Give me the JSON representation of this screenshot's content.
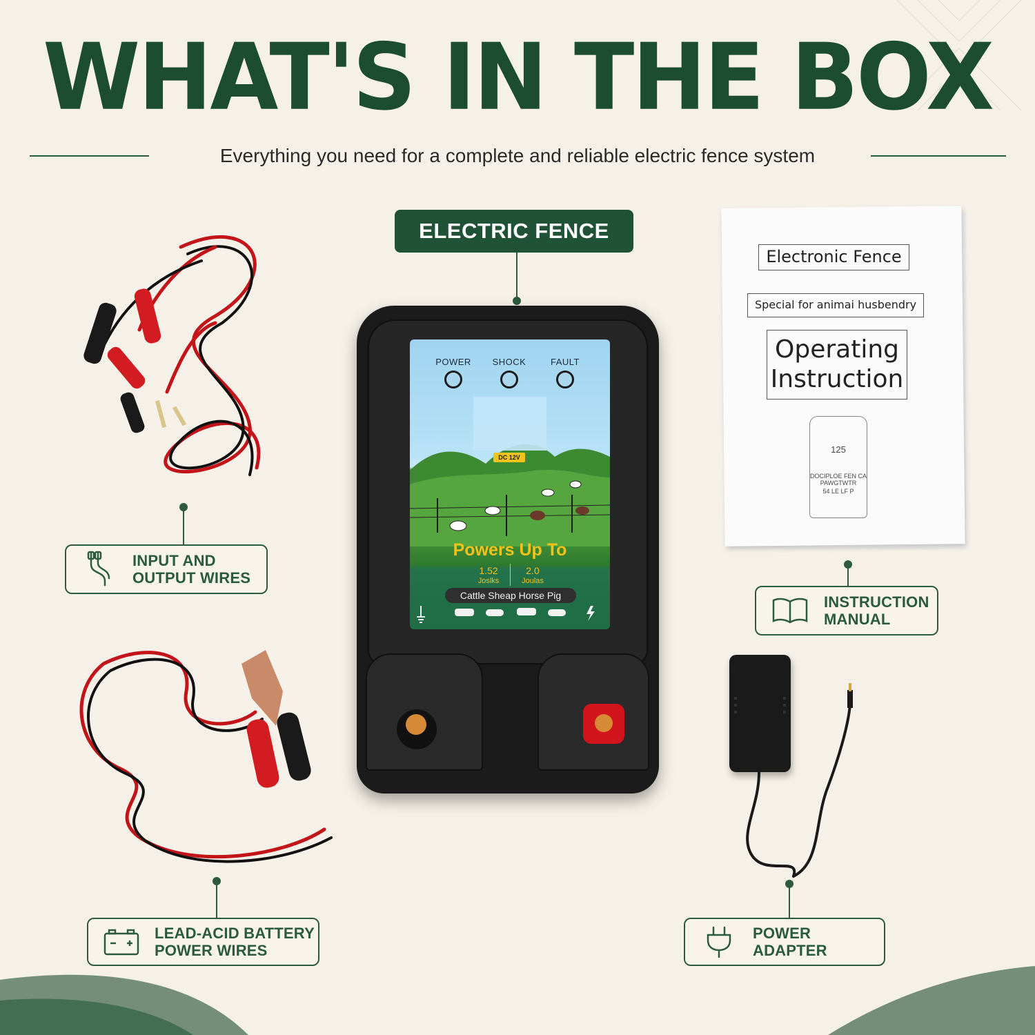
{
  "header": {
    "title": "WHAT'S IN THE BOX",
    "subtitle": "Everything you need for a complete and reliable electric fence system"
  },
  "main_item": {
    "tag": "ELECTRIC FENCE",
    "leds": [
      "POWER",
      "SHOCK",
      "FAULT"
    ],
    "voltage_badge": "DC 12V",
    "powers_heading": "Powers Up To",
    "joules_left_value": "1.52",
    "joules_left_unit": "Joslks",
    "joules_right_value": "2.0",
    "joules_right_unit": "Joulas",
    "animals": "Cattle  Sheap  Horse  Pig"
  },
  "callouts": {
    "wires": "INPUT AND\nOUTPUT WIRES",
    "manual": "INSTRUCTION\nMANUAL",
    "battery": "LEAD-ACID BATTERY\nPOWER WIRES",
    "adapter": "POWER ADAPTER"
  },
  "manual": {
    "title": "Electronic Fence",
    "subtitle": "Special for animai husbendry",
    "heading": "Operating\nInstruction",
    "sketch_display": "125",
    "sketch_label": "DOCIPLOE FEN CA\nPAWGTWTR",
    "sketch_footer": "54  LE LF P"
  },
  "colors": {
    "brand_green": "#1f5236",
    "outline_green": "#2d5a40",
    "background": "#f6f1e8",
    "accent_yellow": "#f5c21a"
  },
  "icons": {
    "wires": "wire-plug-icon",
    "manual": "open-book-icon",
    "battery": "battery-icon",
    "adapter": "power-plug-icon"
  }
}
